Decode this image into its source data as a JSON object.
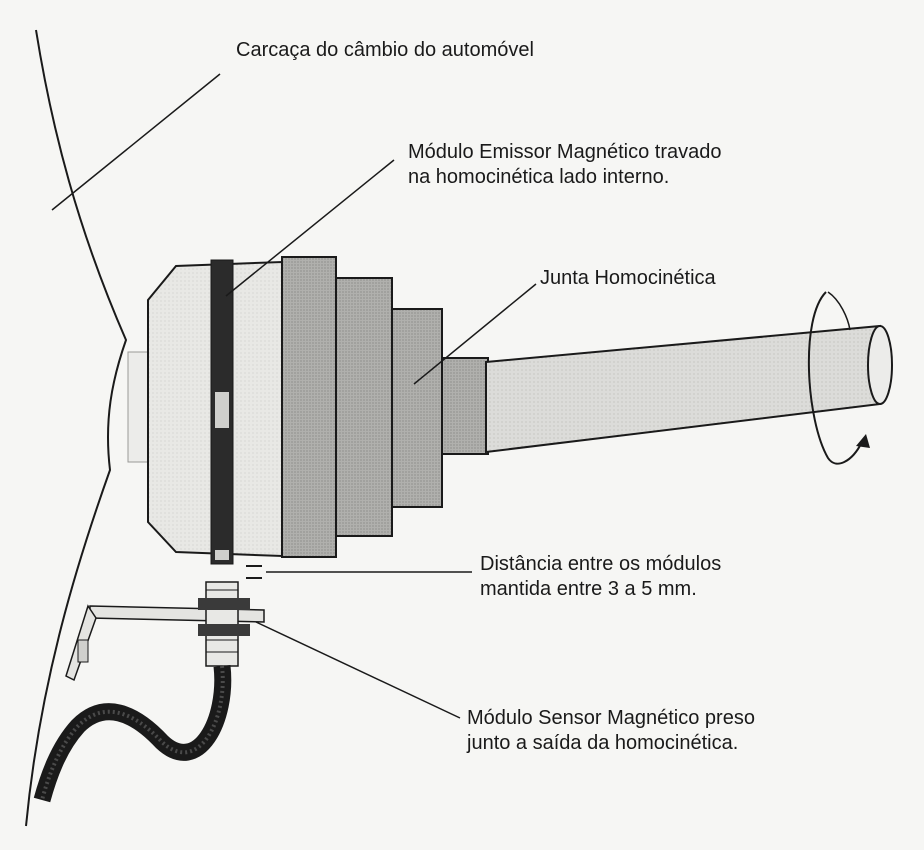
{
  "labels": {
    "housing": "Carcaça do câmbio do automóvel",
    "emitter_line1": "Módulo Emissor Magnético travado",
    "emitter_line2": "na homocinética lado interno.",
    "joint": "Junta Homocinética",
    "distance_line1": "Distância entre os módulos",
    "distance_line2": "mantida entre 3 a 5 mm.",
    "sensor_line1": "Módulo Sensor Magnético preso",
    "sensor_line2": "junto a saída da homocinética."
  },
  "colors": {
    "ink": "#1a1a1a",
    "paper": "#f6f6f4",
    "light_fill": "#e6e6e3",
    "mid_fill": "#a9a9a6",
    "dark_fill": "#2b2b2b",
    "shaft_fill": "#d8d8d5"
  }
}
